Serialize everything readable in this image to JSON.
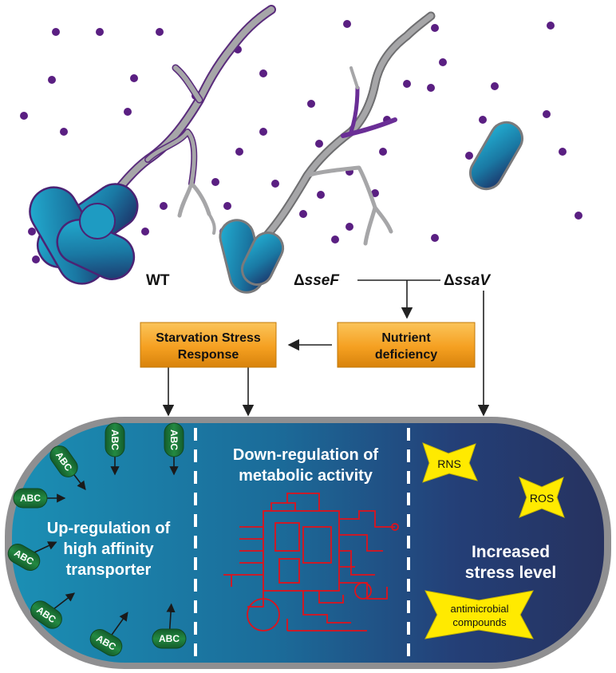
{
  "strains": {
    "wt": "WT",
    "ssef_delta": "Δ",
    "ssef_name": "sseF",
    "ssav_delta": "Δ",
    "ssav_name": "ssaV"
  },
  "boxes": {
    "starvation_line1": "Starvation Stress",
    "starvation_line2": "Response",
    "nutrient_line1": "Nutrient",
    "nutrient_line2": "deficiency"
  },
  "cell": {
    "left_line1": "Up-regulation of",
    "left_line2": "high affinity",
    "left_line3": "transporter",
    "mid_line1": "Down-regulation of",
    "mid_line2": "metabolic activity",
    "right_line1": "Increased",
    "right_line2": "stress level"
  },
  "transporter_label": "ABC",
  "stressors": {
    "rns": "RNS",
    "ros": "ROS",
    "antimicrobial_line1": "antimicrobial",
    "antimicrobial_line2": "compounds"
  },
  "colors": {
    "dot": "#5a1f82",
    "filament": "#a6a6a8",
    "filament_stain": "#6a2e96",
    "bacterium_light": "#1ba1c6",
    "bacterium_dark": "#1d2f66",
    "abc_green": "#1f7a3c",
    "box_orange": "#f6a21e",
    "network_red": "#e0121b",
    "star_yellow": "#ffea00"
  }
}
